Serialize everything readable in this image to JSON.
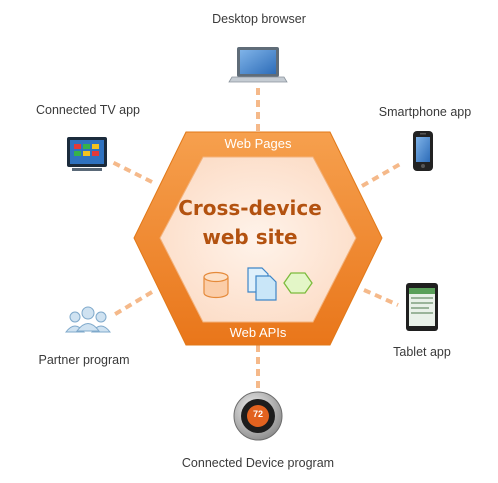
{
  "hub": {
    "title_line1": "Cross-device",
    "title_line2": "web site",
    "top_band": "Web Pages",
    "bottom_band": "Web APIs",
    "icons": [
      "database-icon",
      "documents-icon",
      "hexagon-icon"
    ]
  },
  "nodes": [
    {
      "label": "Desktop browser",
      "icon": "laptop-icon"
    },
    {
      "label": "Smartphone app",
      "icon": "smartphone-icon"
    },
    {
      "label": "Tablet app",
      "icon": "tablet-icon"
    },
    {
      "label": "Connected Device program",
      "icon": "thermostat-icon",
      "display": "72"
    },
    {
      "label": "Partner program",
      "icon": "people-icon"
    },
    {
      "label": "Connected TV app",
      "icon": "tv-icon"
    }
  ],
  "colors": {
    "hex_outer": "#f28a2c",
    "hex_inner": "#fde9dc",
    "title": "#b35210",
    "connector": "#f5b98a"
  }
}
